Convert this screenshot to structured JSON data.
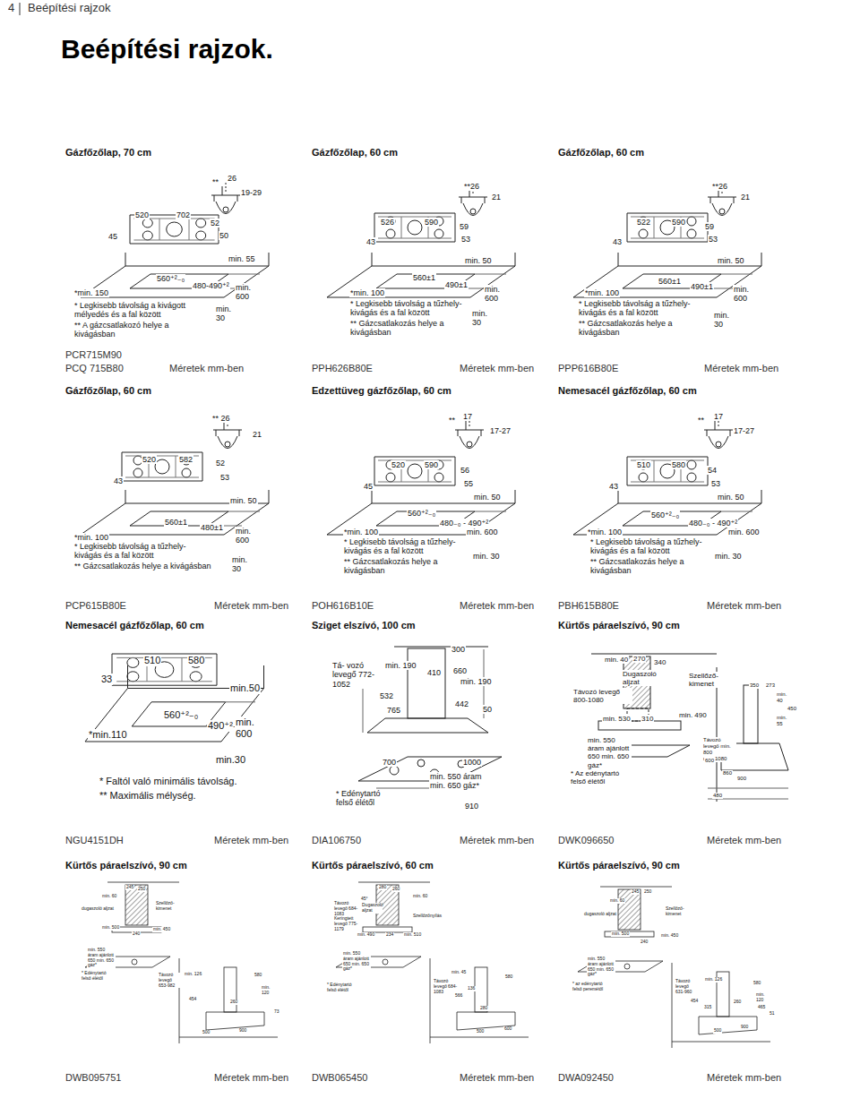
{
  "diagram": {
    "title": "Beépítési rajzok.",
    "labels": [
      "4",
      "Beépítési rajzok",
      "Gázfőzőlap, 70 cm",
      "**",
      "26",
      "19-29",
      "520",
      "702",
      "52",
      "50",
      "45",
      "min. 55",
      "560⁺²₋₀",
      "480-490⁺²",
      "*min. 150",
      "min. 600",
      "* Legkisebb távolság a kivágott mélyedés és a fal között",
      "** A gázcsatlakozó helye a kivágásban",
      "min. 30",
      "PCR715M90",
      "PCQ 715B80",
      "Méretek mm-ben",
      "Gázfőzőlap, 60 cm",
      "**26",
      "21",
      "526",
      "590",
      "59",
      "53",
      "43",
      "min. 50",
      "560±1",
      "490±1",
      "*min. 100",
      "min. 600",
      "* Legkisebb távolság a tűzhely-kivágás és a fal között",
      "** Gázcsatlakozás helye a kivágásban",
      "min. 30",
      "PPH626B80E",
      "Méretek mm-ben",
      "Gázfőzőlap, 60 cm",
      "**26",
      "21",
      "522",
      "590",
      "59",
      "53",
      "43",
      "min. 50",
      "560±1",
      "490±1",
      "*min. 100",
      "min. 600",
      "* Legkisebb távolság a tűzhely-kivágás és a fal között",
      "** Gázcsatlakozás helye a kivágásban",
      "min. 30",
      "PPP616B80E",
      "Méretek mm-ben",
      "Gázfőzőlap, 60 cm",
      "** 26",
      "21",
      "520",
      "582",
      "52",
      "53",
      "43",
      "min. 50",
      "560±1",
      "480±1",
      "*min. 100",
      "min. 600",
      "* Legkisebb távolság a tűzhely-kivágás és a fal között",
      "** Gázcsatlakozás helye a kivágásban",
      "min. 30",
      "PCP615B80E",
      "Méretek mm-ben",
      "Edzettüveg gázfőzőlap, 60 cm",
      "**",
      "17",
      "17-27",
      "520",
      "590",
      "56",
      "55",
      "45",
      "min. 50",
      "560⁺²₋₀",
      "480₋₀ - 490⁺²",
      "*min. 100",
      "min. 600",
      "* Legkisebb távolság a tűzhely-kivágás és a fal között",
      "** Gázcsatlakozás helye a kivágásban",
      "min. 30",
      "POH616B10E",
      "Méretek mm-ben",
      "Nemesacél gázfőzőlap, 60 cm",
      "**",
      "17",
      "17-27",
      "510",
      "580",
      "54",
      "53",
      "43",
      "min. 50",
      "560⁺²₋₀",
      "480₋₀ - 490⁺²",
      "*min. 100",
      "min. 600",
      "* Legkisebb távolság a tűzhely-kivágás és a fal között",
      "** Gázcsatlakozás helye a kivágásban",
      "min. 30",
      "PBH615B80E",
      "Méretek mm-ben",
      "Nemesacél gázfőzőlap, 60 cm",
      "510",
      "580",
      "33",
      "min.50",
      "560⁺²₋₀",
      "490⁺²₋₀",
      "*min.110",
      "min. 600",
      "min.30",
      "* Faltól való minimális távolság.",
      "** Maximális mélység.",
      "NGU4151DH",
      "Méretek mm-ben",
      "Sziget elszívó, 100 cm",
      "300",
      "Tá- vozó levegő 772-1052",
      "min. 190",
      "410",
      "660",
      "min. 190",
      "532",
      "765",
      "442",
      "50",
      "700",
      "1000",
      "min. 550 áram min. 650 gáz*",
      "* Edénytartó felső élétől",
      "910",
      "DIA106750",
      "Méretek mm-ben",
      "Kürtős páraelszívó, 90 cm",
      "min. 40",
      "270",
      "340",
      "Dugaszoló aljzat",
      "Szellőző-kimenet",
      "Távozó levegő 800-1080",
      "min. 530",
      "310",
      "min. 490",
      "350",
      "273",
      "min. 40",
      "450",
      "min. 55",
      "min. 550 áram ajánlott 650 min. 650 gáz*",
      "Távozó levegő min. 800 max.1080",
      "600",
      "860",
      "900",
      "* Az edénytartó felső élétől",
      "480",
      "DWK096650",
      "Méretek mm-ben",
      "Kürtős páraelszívó, 90 cm",
      "245",
      "250",
      "min. 60",
      "Szellőző-kimenet",
      "dugaszoló aljzat",
      "min. 500",
      "240",
      "min. 450",
      "min. 550 áram ajánlott 650 min. 650 gáz*",
      "* Edénytartó felső élétől",
      "Távozó levegő 653-982",
      "min. 126",
      "580",
      "min. 120",
      "454",
      "260",
      "73",
      "500",
      "900",
      "DWB095751",
      "Méretek mm-ben",
      "Kürtős páraelszívó, 60 cm",
      "280",
      "260",
      "45°",
      "min. 60",
      "Távozó levegő 684-1083 Keringtett levegő 775-1179",
      "Dugaszoló aljzat",
      "Szellőzőnyílás",
      "min. 490",
      "234",
      "min. 510",
      "min. 550 áram ajánlott 650 min. 650 gáz*",
      "* Edénytartó felső élétől",
      "min. 45",
      "Távozó levegő 684-1083",
      "136",
      "566",
      "580",
      "280",
      "500",
      "600",
      "DWB065450",
      "Méretek mm-ben",
      "Kürtős páraelszívó, 90 cm",
      "245",
      "250",
      "min. 60",
      "Szellőző-kimenet",
      "dugaszoló aljzat",
      "min. 500",
      "240",
      "min. 450",
      "min. 550 áram ajánlott 650 min. 650 gáz*",
      "* az edénytartó felső peremétől",
      "Távozó levegő 631-960",
      "min. 126",
      "580",
      "min. 120",
      "454",
      "260",
      "315",
      "465",
      "51",
      "500",
      "900",
      "DWA092450",
      "Méretek mm-ben"
    ]
  }
}
